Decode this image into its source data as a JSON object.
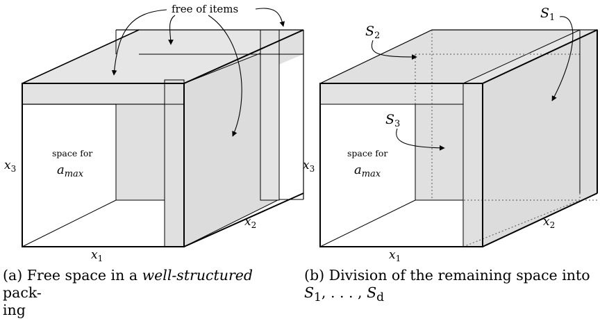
{
  "panel_a": {
    "callout": "free of items",
    "space_for": "space for",
    "a_max": "a",
    "a_max_sub": "max",
    "x1": "x",
    "x1_sub": "1",
    "x2": "x",
    "x2_sub": "2",
    "x3": "x",
    "x3_sub": "3",
    "caption_tag": "(a)",
    "caption_pre": "Free space in a",
    "caption_em": "well-structured",
    "caption_post": "pack-",
    "caption_line2": "ing"
  },
  "panel_b": {
    "S1": "S",
    "S1_sub": "1",
    "S2": "S",
    "S2_sub": "2",
    "S3": "S",
    "S3_sub": "3",
    "space_for": "space for",
    "a_max": "a",
    "a_max_sub": "max",
    "x1": "x",
    "x1_sub": "1",
    "x2": "x",
    "x2_sub": "2",
    "x3": "x",
    "x3_sub": "3",
    "caption_tag": "(b)",
    "caption_line1": "Division of the remaining space into",
    "caption_S1": "S",
    "caption_S1_sub": "1",
    "caption_mid": ", . . . , ",
    "caption_Sd": "S",
    "caption_Sd_sub": "d"
  }
}
